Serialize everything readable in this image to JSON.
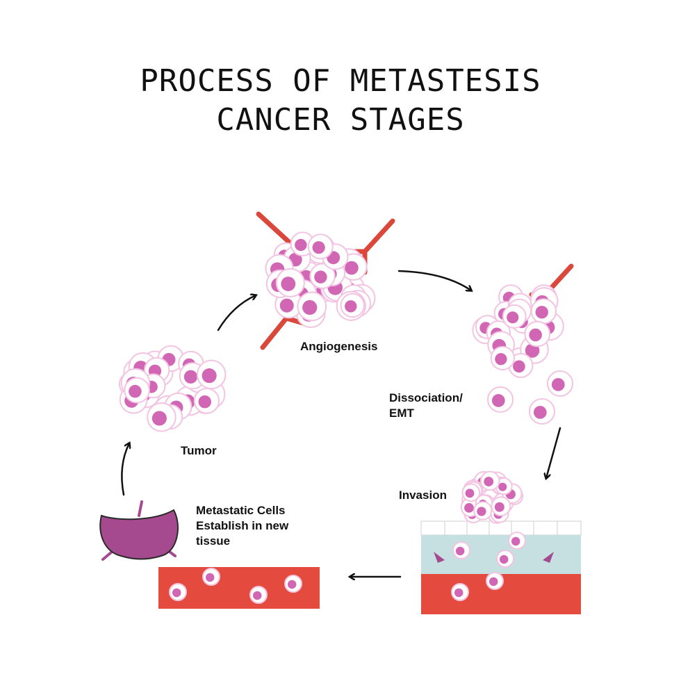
{
  "title": {
    "line1": "PROCESS OF METASTESIS",
    "line2": "CANCER STAGES"
  },
  "stages": {
    "tumor": "Tumor",
    "angiogenesis": "Angiogenesis",
    "dissociation_line1": "Dissociation/",
    "dissociation_line2": "EMT",
    "invasion": "Invasion",
    "metastatic_line1": "Metastatic Cells",
    "metastatic_line2": "Establish in new",
    "metastatic_line3": "tissue"
  },
  "colors": {
    "cell_membrane": "#f3c4e1",
    "nucleus": "#d066b4",
    "vessel": "#d9483b",
    "blood": "#e44a3e",
    "tissue": "#c6dfe0",
    "organ": "#a54a8e",
    "arrow": "#111111"
  }
}
